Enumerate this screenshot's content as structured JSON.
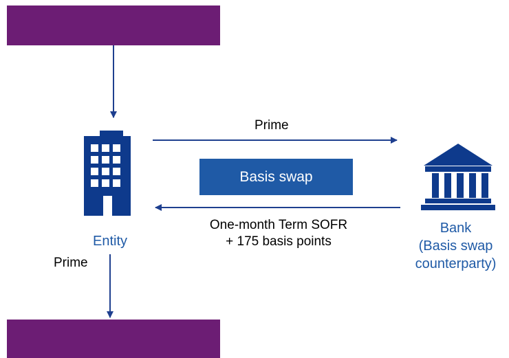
{
  "colors": {
    "purple": "#6c1d74",
    "blue": "#1f5aa6",
    "navy": "#0e3a8c",
    "arrow": "#1e3f8f"
  },
  "entity": {
    "label": "Entity",
    "icon": "office-building-icon"
  },
  "bank": {
    "line1": "Bank",
    "line2": "(Basis swap",
    "line3": "counterparty)",
    "icon": "bank-building-icon"
  },
  "swap": {
    "label": "Basis swap"
  },
  "flows": {
    "prime_to_bank": "Prime",
    "sofr_line1": "One-month Term SOFR",
    "sofr_line2": "+ 175 basis points",
    "prime_out": "Prime"
  }
}
